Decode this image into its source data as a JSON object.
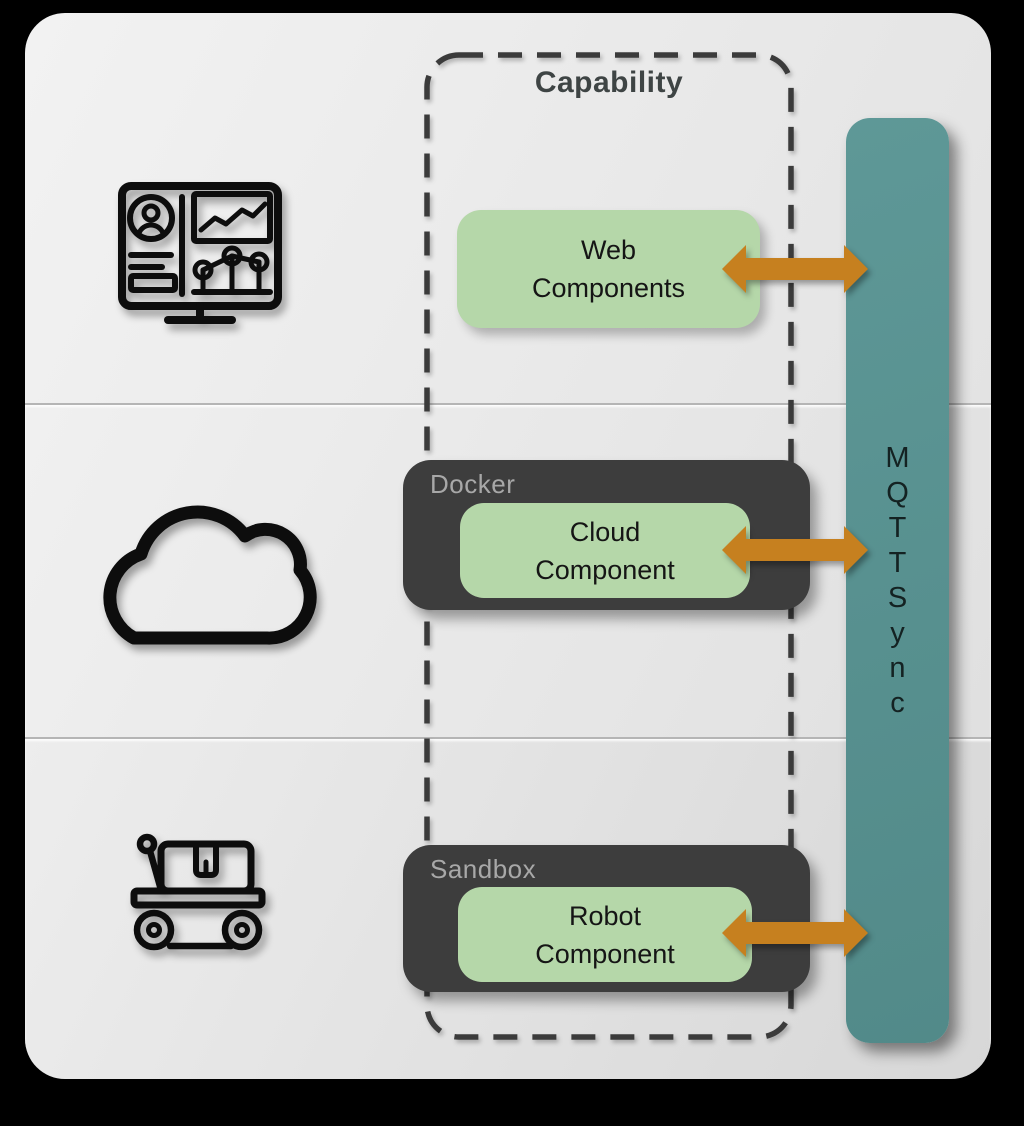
{
  "capability": {
    "label": "Capability"
  },
  "containers": {
    "docker": "Docker",
    "sandbox": "Sandbox"
  },
  "components": {
    "web": "Web\nComponents",
    "cloud": "Cloud\nComponent",
    "robot": "Robot\nComponent"
  },
  "bus": {
    "text": "MQTTSync",
    "letters": [
      "M",
      "Q",
      "T",
      "T",
      "S",
      "y",
      "n",
      "c"
    ]
  },
  "icons": {
    "web_row": "dashboard-monitor-icon",
    "cloud_row": "cloud-icon",
    "robot_row": "robot-cart-icon"
  },
  "colors": {
    "component_fill": "#b5d7a9",
    "container_fill": "#3d3d3d",
    "container_label": "#a8a8a8",
    "bus_fill": "#58908f",
    "bus_text": "#142222",
    "arrow_fill": "#c6801f",
    "dash_stroke": "#3b3b3b",
    "panel_bg": "#e9e9e9",
    "title_text": "#3e4444"
  }
}
